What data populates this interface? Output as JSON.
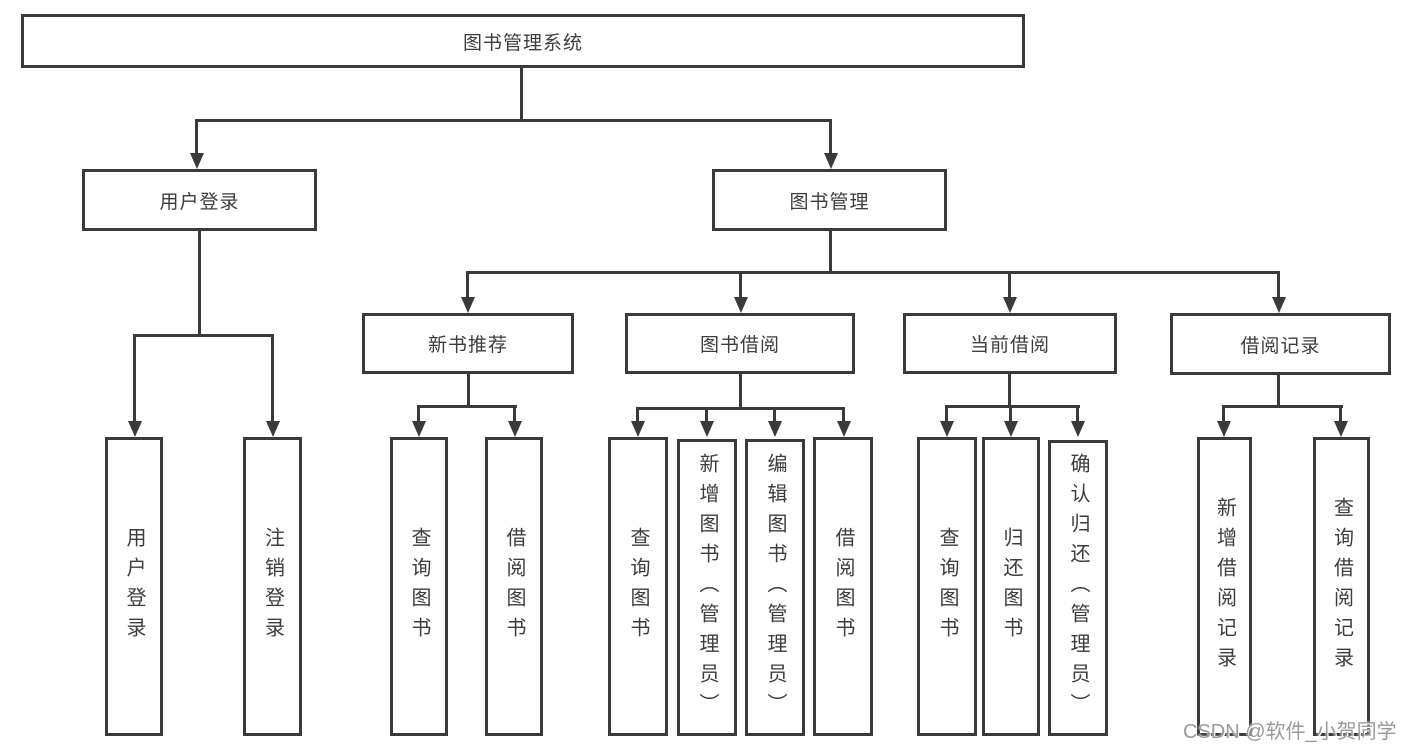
{
  "diagram": {
    "root": {
      "label": "图书管理系统"
    },
    "branches": [
      {
        "label": "用户登录",
        "children": [
          {
            "label": "用户登录"
          },
          {
            "label": "注销登录"
          }
        ]
      },
      {
        "label": "图书管理",
        "children": [
          {
            "label": "新书推荐",
            "children": [
              {
                "label": "查询图书"
              },
              {
                "label": "借阅图书"
              }
            ]
          },
          {
            "label": "图书借阅",
            "children": [
              {
                "label": "查询图书"
              },
              {
                "label": "新增图书（管理员）"
              },
              {
                "label": "编辑图书（管理员）"
              },
              {
                "label": "借阅图书"
              }
            ]
          },
          {
            "label": "当前借阅",
            "children": [
              {
                "label": "查询图书"
              },
              {
                "label": "归还图书"
              },
              {
                "label": "确认归还（管理员）"
              }
            ]
          },
          {
            "label": "借阅记录",
            "children": [
              {
                "label": "新增借阅记录"
              },
              {
                "label": "查询借阅记录"
              }
            ]
          }
        ]
      }
    ],
    "colors": {
      "line": "#3a3a3a",
      "text": "#3d3d3d",
      "watermark_gray": "#9a9a9a",
      "background": "#ffffff"
    },
    "watermark": {
      "text": "CSDN @软件_小贺同学"
    }
  }
}
